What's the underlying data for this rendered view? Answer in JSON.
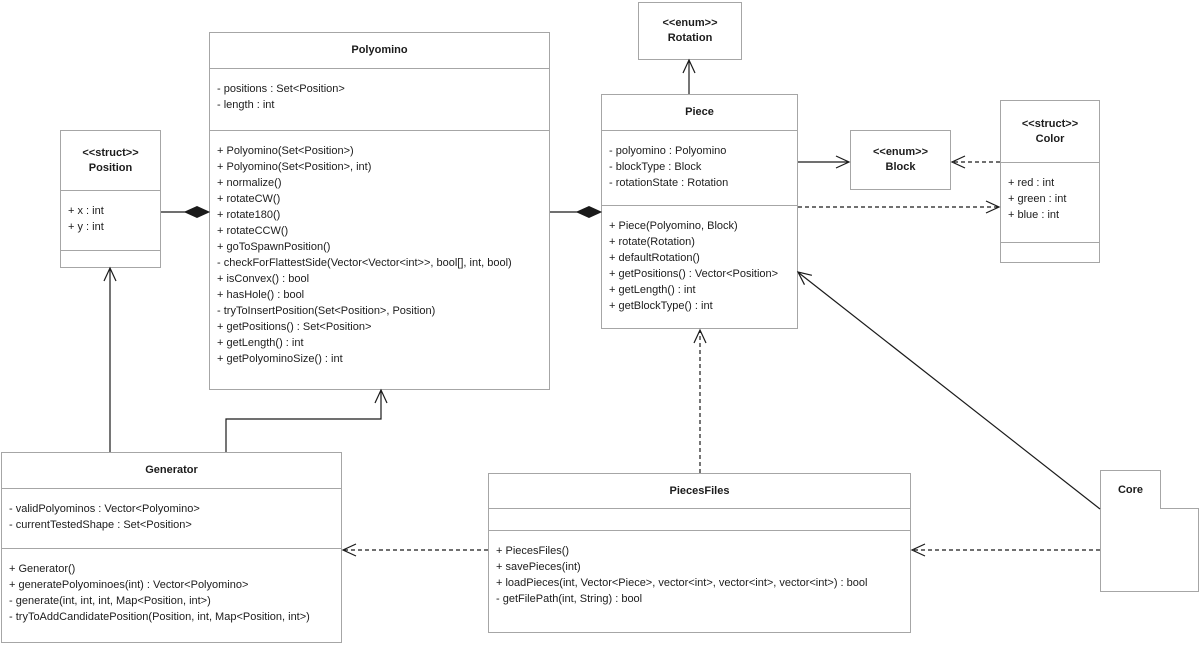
{
  "classes": {
    "polyomino": {
      "name": "Polyomino",
      "attributes": [
        "- positions : Set<Position>",
        "- length : int"
      ],
      "methods": [
        "+ Polyomino(Set<Position>)",
        "+ Polyomino(Set<Position>, int)",
        "+ normalize()",
        "+ rotateCW()",
        "+ rotate180()",
        "+ rotateCCW()",
        "+ goToSpawnPosition()",
        "- checkForFlattestSide(Vector<Vector<int>>, bool[], int, bool)",
        "+ isConvex() : bool",
        "+ hasHole() : bool",
        "- tryToInsertPosition(Set<Position>, Position)",
        "+ getPositions() : Set<Position>",
        "+ getLength() : int",
        "+ getPolyominoSize() : int"
      ]
    },
    "position": {
      "stereotype": "<<struct>>",
      "name": "Position",
      "attributes": [
        "+ x : int",
        "+ y : int"
      ],
      "methods": []
    },
    "rotation": {
      "stereotype": "<<enum>>",
      "name": "Rotation"
    },
    "piece": {
      "name": "Piece",
      "attributes": [
        "- polyomino : Polyomino",
        "- blockType : Block",
        "- rotationState : Rotation"
      ],
      "methods": [
        "+ Piece(Polyomino, Block)",
        "+ rotate(Rotation)",
        "+ defaultRotation()",
        "+ getPositions() : Vector<Position>",
        "+ getLength() : int",
        "+ getBlockType() : int"
      ]
    },
    "block": {
      "stereotype": "<<enum>>",
      "name": "Block"
    },
    "color": {
      "stereotype": "<<struct>>",
      "name": "Color",
      "attributes": [
        "+ red : int",
        "+ green : int",
        "+ blue : int"
      ],
      "methods": []
    },
    "generator": {
      "name": "Generator",
      "attributes": [
        "- validPolyominos : Vector<Polyomino>",
        "- currentTestedShape : Set<Position>"
      ],
      "methods": [
        "+ Generator()",
        "+ generatePolyominoes(int) : Vector<Polyomino>",
        "- generate(int, int, int, Map<Position, int>)",
        "- tryToAddCandidatePosition(Position, int, Map<Position, int>)"
      ]
    },
    "piecesfiles": {
      "name": "PiecesFiles",
      "attributes": [],
      "methods": [
        "+ PiecesFiles()",
        "+ savePieces(int)",
        "+ loadPieces(int, Vector<Piece>, vector<int>, vector<int>, vector<int>) : bool",
        "- getFilePath(int, String) : bool"
      ]
    },
    "core": {
      "name": "Core"
    }
  },
  "relationships": [
    {
      "type": "composition",
      "from": "Position",
      "to": "Polyomino"
    },
    {
      "type": "composition",
      "from": "Polyomino",
      "to": "Piece"
    },
    {
      "type": "association",
      "from": "Generator",
      "to": "Position"
    },
    {
      "type": "association",
      "from": "Generator",
      "to": "Polyomino"
    },
    {
      "type": "association",
      "from": "Piece",
      "to": "Rotation"
    },
    {
      "type": "association",
      "from": "Piece",
      "to": "Block"
    },
    {
      "type": "association",
      "from": "Core",
      "to": "Piece"
    },
    {
      "type": "dependency",
      "from": "Color",
      "to": "Block"
    },
    {
      "type": "dependency",
      "from": "Piece",
      "to": "Color"
    },
    {
      "type": "dependency",
      "from": "PiecesFiles",
      "to": "Piece"
    },
    {
      "type": "dependency",
      "from": "PiecesFiles",
      "to": "Generator"
    },
    {
      "type": "dependency",
      "from": "Core",
      "to": "PiecesFiles"
    }
  ],
  "colors": {
    "background": "#ffffff",
    "box_border": "#a6a6a6",
    "line": "#1a1a1a",
    "text": "#1c1c1c"
  }
}
